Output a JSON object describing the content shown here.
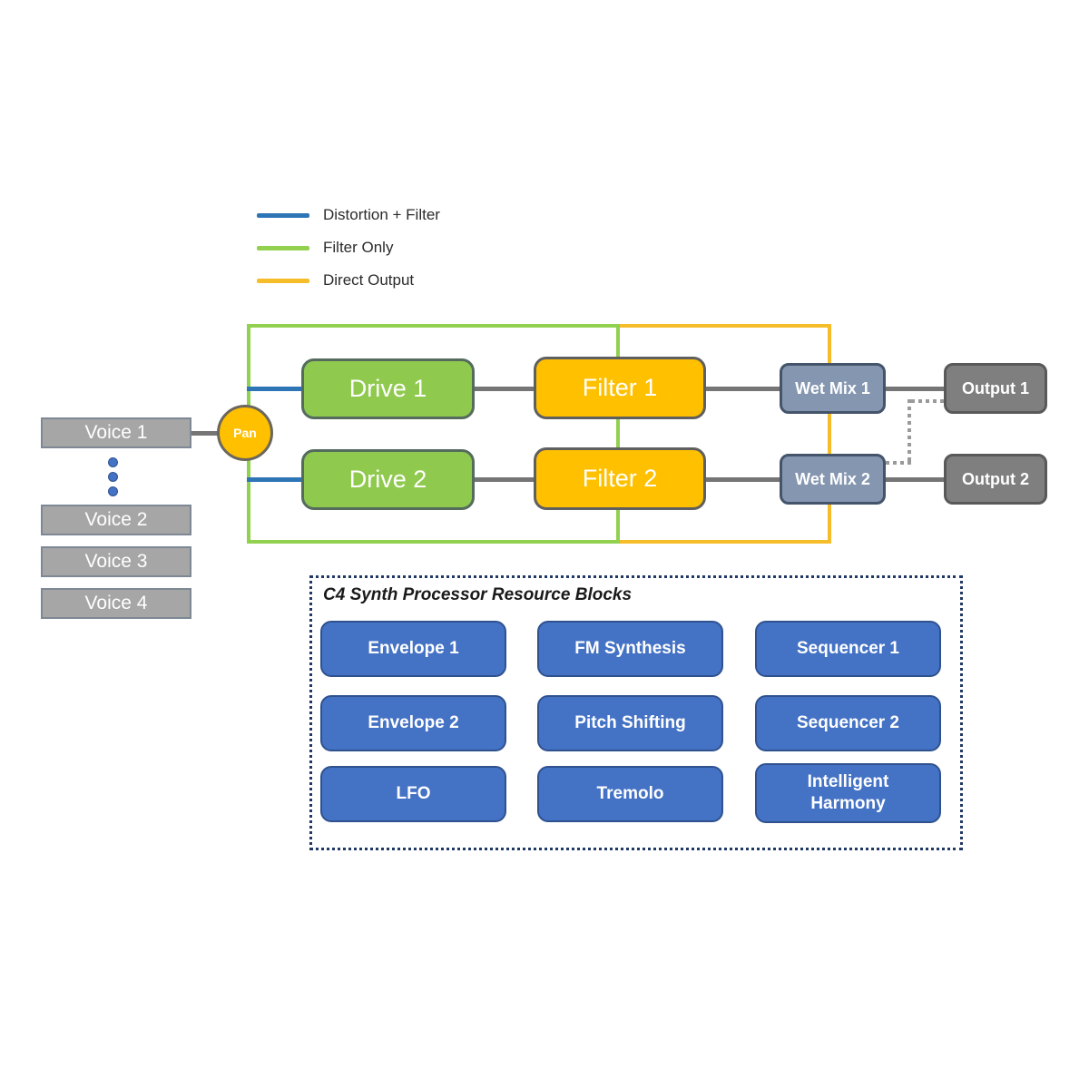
{
  "legend": {
    "items": [
      {
        "label": "Distortion + Filter",
        "color": "#2e75b6"
      },
      {
        "label": "Filter Only",
        "color": "#92d050"
      },
      {
        "label": "Direct Output",
        "color": "#f5bd2a"
      }
    ]
  },
  "voices": {
    "items": [
      {
        "label": "Voice 1"
      },
      {
        "label": "Voice 2"
      },
      {
        "label": "Voice 3"
      },
      {
        "label": "Voice 4"
      }
    ]
  },
  "pan": {
    "label": "Pan"
  },
  "chain": {
    "drives": [
      {
        "label": "Drive 1"
      },
      {
        "label": "Drive 2"
      }
    ],
    "filters": [
      {
        "label": "Filter 1"
      },
      {
        "label": "Filter 2"
      }
    ],
    "wet_mixes": [
      {
        "label": "Wet Mix 1"
      },
      {
        "label": "Wet Mix 2"
      }
    ],
    "outputs": [
      {
        "label": "Output 1"
      },
      {
        "label": "Output 2"
      }
    ]
  },
  "resources": {
    "title": "C4 Synth Processor Resource Blocks",
    "blocks": [
      {
        "label": "Envelope 1"
      },
      {
        "label": "FM Synthesis"
      },
      {
        "label": "Sequencer 1"
      },
      {
        "label": "Envelope 2"
      },
      {
        "label": "Pitch Shifting"
      },
      {
        "label": "Sequencer 2"
      },
      {
        "label": "LFO"
      },
      {
        "label": "Tremolo"
      },
      {
        "label": "Intelligent Harmony"
      }
    ]
  },
  "colors": {
    "distortion_filter_blue": "#2e75b6",
    "filter_only_green": "#92d050",
    "direct_output_yellow": "#ffc000",
    "drive_green": "#8fca4e",
    "filter_yellow": "#ffc000",
    "wet_mix_blue_gray": "#8496b0",
    "output_gray": "#7f7f7f",
    "voice_gray": "#a6a6a6",
    "resource_blue": "#4472c4",
    "connector_gray": "#757575",
    "resource_border_navy": "#203864"
  }
}
